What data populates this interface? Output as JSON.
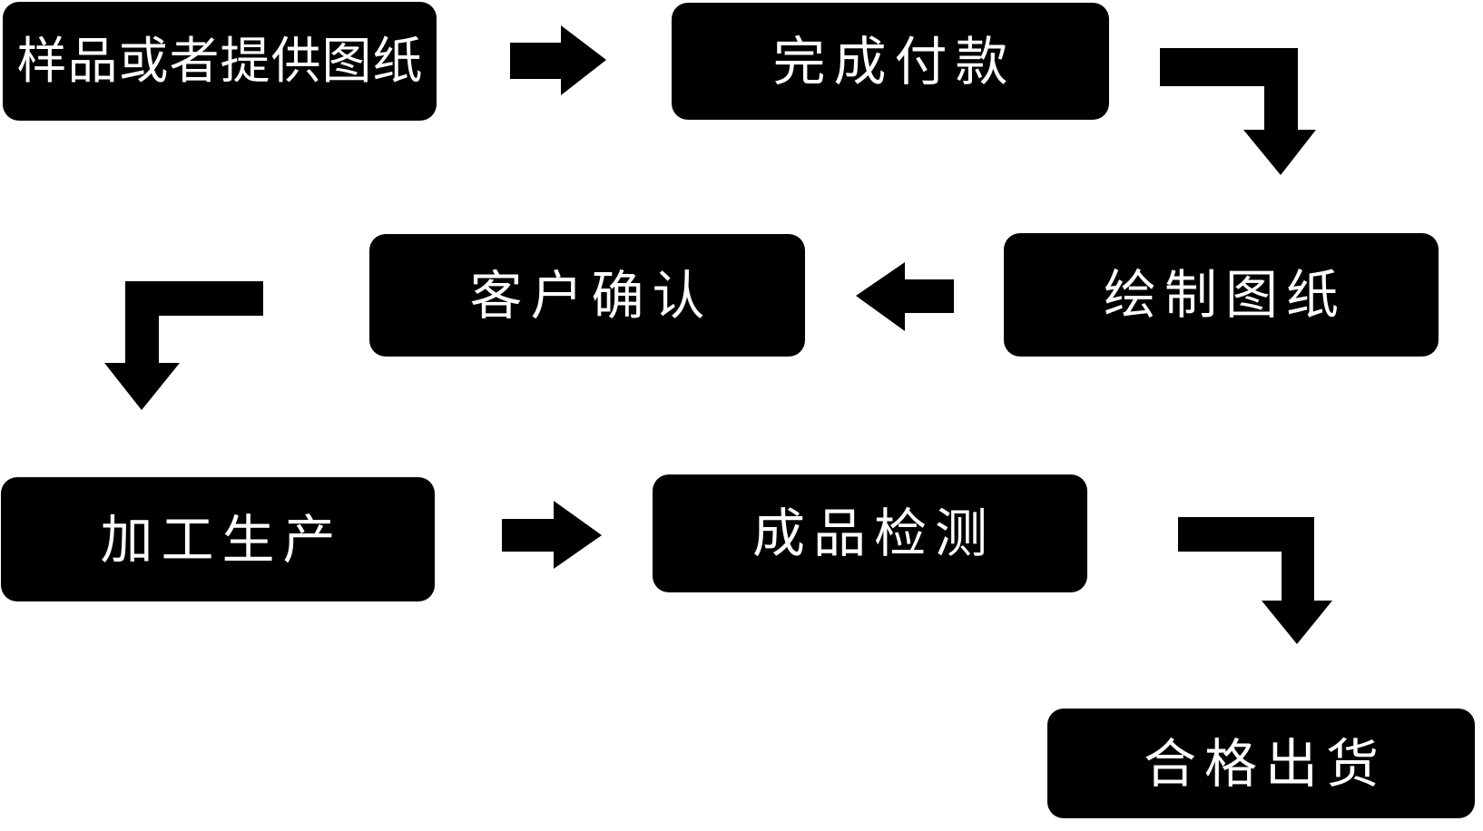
{
  "flowchart": {
    "title": "production-process-flowchart",
    "background_color": "#ffffff",
    "node_fill_color": "#000000",
    "node_text_color": "#ffffff",
    "arrow_color": "#000000",
    "nodes": [
      {
        "id": "sample-or-drawing",
        "label": "样品或者提供图纸",
        "row": 1
      },
      {
        "id": "complete-payment",
        "label": "完成付款",
        "row": 1
      },
      {
        "id": "draw-drawings",
        "label": "绘制图纸",
        "row": 2
      },
      {
        "id": "customer-confirm",
        "label": "客户确认",
        "row": 2
      },
      {
        "id": "processing",
        "label": "加工生产",
        "row": 3
      },
      {
        "id": "product-inspect",
        "label": "成品检测",
        "row": 3
      },
      {
        "id": "qualified-ship",
        "label": "合格出货",
        "row": 4
      }
    ],
    "edges": [
      {
        "from": "样品或者提供图纸",
        "to": "完成付款",
        "shape": "straight-right"
      },
      {
        "from": "完成付款",
        "to": "绘制图纸",
        "shape": "elbow-right-down"
      },
      {
        "from": "绘制图纸",
        "to": "客户确认",
        "shape": "straight-left"
      },
      {
        "from": "客户确认",
        "to": "加工生产",
        "shape": "elbow-left-down"
      },
      {
        "from": "加工生产",
        "to": "成品检测",
        "shape": "straight-right"
      },
      {
        "from": "成品检测",
        "to": "合格出货",
        "shape": "elbow-right-down"
      }
    ]
  }
}
